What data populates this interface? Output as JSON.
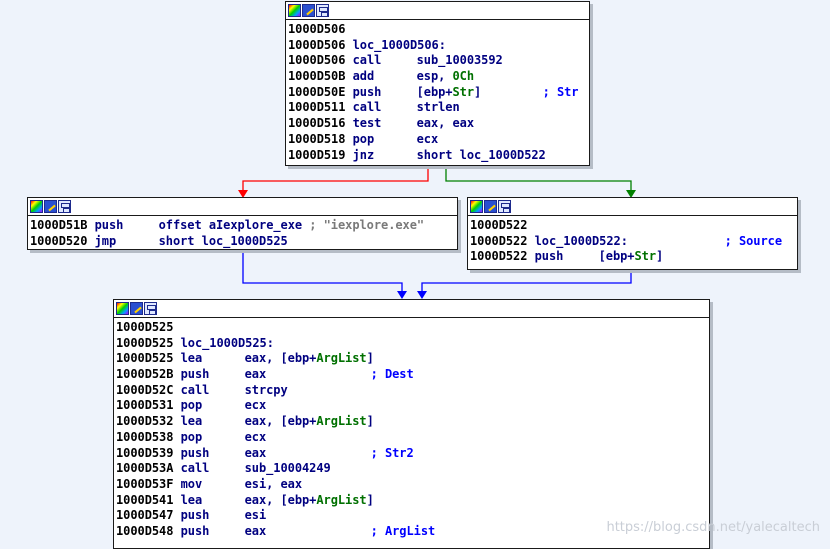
{
  "colors": {
    "background": "#eef3fb",
    "edge_false": "#ff0000",
    "edge_true": "#008000",
    "edge_uncond": "#0000ff",
    "address": "#000000",
    "mnemonic": "#000080",
    "variable": "#007000",
    "comment": "#0000ff"
  },
  "toolbar_icons": [
    "color-palette-icon",
    "edit-node-icon",
    "graph-view-icon"
  ],
  "nodes": {
    "block_1": {
      "lines": {
        "l0": {
          "addr": "1000D506"
        },
        "l1": {
          "addr": "1000D506",
          "label": "loc_1000D506:"
        },
        "l2": {
          "addr": "1000D506",
          "mnem": "call",
          "op": "sub_10003592"
        },
        "l3": {
          "addr": "1000D50B",
          "mnem": "add",
          "op_a": "esp, ",
          "op_b": "0Ch"
        },
        "l4": {
          "addr": "1000D50E",
          "mnem": "push",
          "op_a": "[ebp+",
          "op_b": "Str",
          "op_c": "]",
          "comment": "; Str"
        },
        "l5": {
          "addr": "1000D511",
          "mnem": "call",
          "op": "strlen"
        },
        "l6": {
          "addr": "1000D516",
          "mnem": "test",
          "op": "eax, eax"
        },
        "l7": {
          "addr": "1000D518",
          "mnem": "pop",
          "op": "ecx"
        },
        "l8": {
          "addr": "1000D519",
          "mnem": "jnz",
          "op": "short loc_1000D522"
        }
      }
    },
    "block_2": {
      "lines": {
        "l0": {
          "addr": "1000D51B",
          "mnem": "push",
          "op": "offset aIexplore_exe",
          "comment": "; \"iexplore.exe\""
        },
        "l1": {
          "addr": "1000D520",
          "mnem": "jmp",
          "op": "short loc_1000D525"
        }
      }
    },
    "block_3": {
      "lines": {
        "l0": {
          "addr": "1000D522"
        },
        "l1": {
          "addr": "1000D522",
          "label": "loc_1000D522:",
          "comment": "; Source"
        },
        "l2": {
          "addr": "1000D522",
          "mnem": "push",
          "op_a": "[ebp+",
          "op_b": "Str",
          "op_c": "]"
        }
      }
    },
    "block_4": {
      "lines": {
        "l0": {
          "addr": "1000D525"
        },
        "l1": {
          "addr": "1000D525",
          "label": "loc_1000D525:"
        },
        "l2": {
          "addr": "1000D525",
          "mnem": "lea",
          "op_a": "eax, [ebp+",
          "op_b": "ArgList",
          "op_c": "]"
        },
        "l3": {
          "addr": "1000D52B",
          "mnem": "push",
          "op": "eax",
          "comment": "; Dest"
        },
        "l4": {
          "addr": "1000D52C",
          "mnem": "call",
          "op": "strcpy"
        },
        "l5": {
          "addr": "1000D531",
          "mnem": "pop",
          "op": "ecx"
        },
        "l6": {
          "addr": "1000D532",
          "mnem": "lea",
          "op_a": "eax, [ebp+",
          "op_b": "ArgList",
          "op_c": "]"
        },
        "l7": {
          "addr": "1000D538",
          "mnem": "pop",
          "op": "ecx"
        },
        "l8": {
          "addr": "1000D539",
          "mnem": "push",
          "op": "eax",
          "comment": "; Str2"
        },
        "l9": {
          "addr": "1000D53A",
          "mnem": "call",
          "op": "sub_10004249"
        },
        "l10": {
          "addr": "1000D53F",
          "mnem": "mov",
          "op": "esi, eax"
        },
        "l11": {
          "addr": "1000D541",
          "mnem": "lea",
          "op_a": "eax, [ebp+",
          "op_b": "ArgList",
          "op_c": "]"
        },
        "l12": {
          "addr": "1000D547",
          "mnem": "push",
          "op": "esi"
        },
        "l13": {
          "addr": "1000D548",
          "mnem": "push",
          "op": "eax",
          "comment": "; ArgList"
        }
      }
    }
  },
  "watermark": "https://blog.csdn.net/yalecaltech"
}
